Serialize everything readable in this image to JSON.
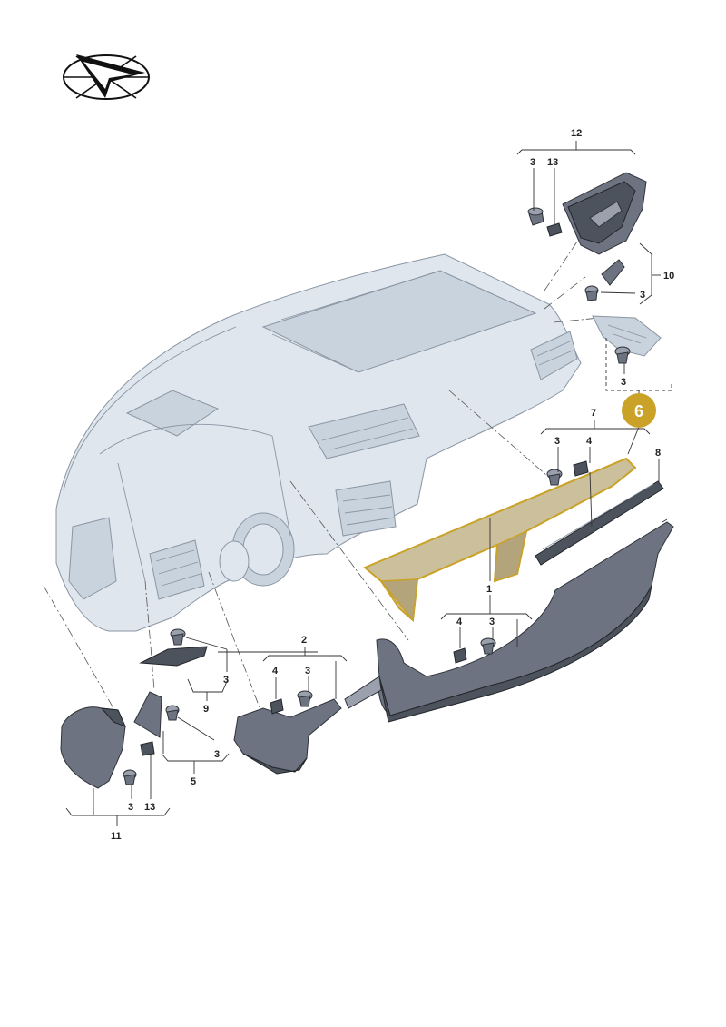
{
  "callouts": {
    "c1": "1",
    "c2": "2",
    "c3": "3",
    "c4": "4",
    "c5": "5",
    "c6": "6",
    "c7": "7",
    "c8": "8",
    "c9": "9",
    "c10": "10",
    "c11": "11",
    "c12": "12",
    "c13": "13"
  },
  "highlight": {
    "label": "6",
    "badge_color": "#c9a227",
    "part_color": "#cbbf9c"
  },
  "colors": {
    "part": "#6d7380",
    "ghost": "#dfe6ee",
    "lines": "#333333"
  },
  "logo": {
    "icon": "compass-arrow-logo-icon"
  }
}
